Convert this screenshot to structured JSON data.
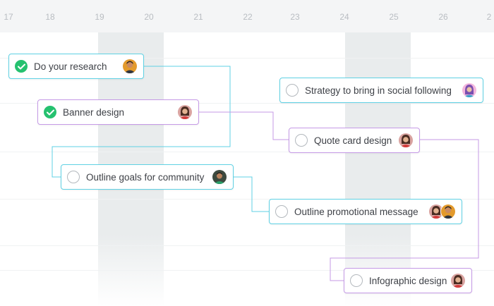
{
  "timeline": {
    "days": [
      "17",
      "18",
      "19",
      "20",
      "21",
      "22",
      "23",
      "24",
      "25",
      "26",
      "2"
    ]
  },
  "tasks": [
    {
      "title": "Do your research",
      "done": true,
      "avatars": [
        "avatar-dark-hair"
      ]
    },
    {
      "title": "Banner design",
      "done": true,
      "avatars": [
        "avatar-red-shirt"
      ]
    },
    {
      "title": "Outline goals for community",
      "done": false,
      "avatars": [
        "avatar-green-shirt"
      ]
    },
    {
      "title": "Strategy to bring in social following",
      "done": false,
      "avatars": [
        "avatar-pink"
      ]
    },
    {
      "title": "Quote card design",
      "done": false,
      "avatars": [
        "avatar-red-shirt"
      ]
    },
    {
      "title": "Outline promotional message",
      "done": false,
      "avatars": [
        "avatar-red-shirt",
        "avatar-dark-hair"
      ]
    },
    {
      "title": "Infographic design",
      "done": false,
      "avatars": [
        "avatar-red-shirt"
      ]
    }
  ],
  "colors": {
    "header_bg": "#f4f5f6",
    "weekend_bg": "#e9eced",
    "complete_green": "#25c16f",
    "dependency_cyan": "#5fd1e4",
    "dependency_purple": "#c59ae6",
    "day_label": "#b9bdc2"
  }
}
